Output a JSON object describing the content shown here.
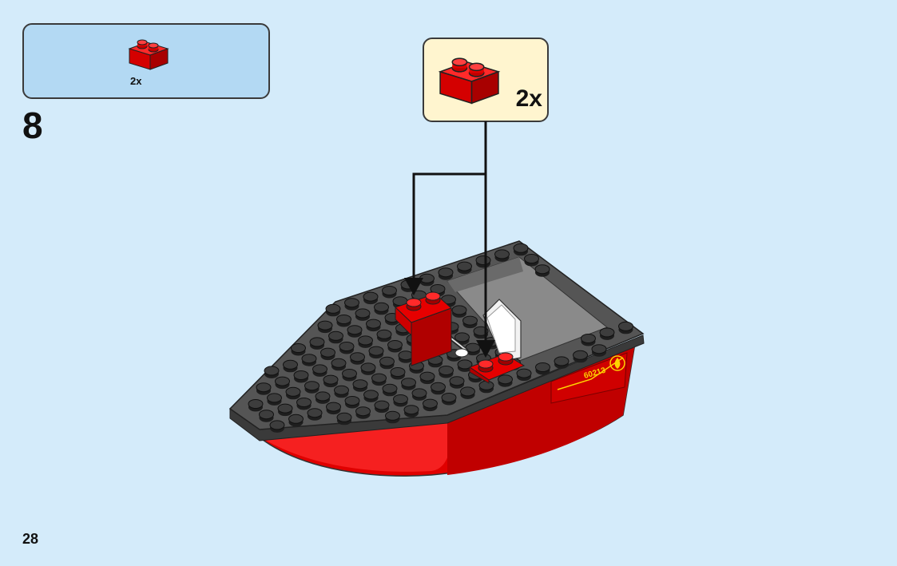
{
  "parts_list": {
    "quantity": "2x",
    "part_icon": "red-brick-1x2-icon"
  },
  "step": {
    "number": "8"
  },
  "callout": {
    "quantity": "2x",
    "part_icon": "red-brick-1x2-icon"
  },
  "page": {
    "number": "28"
  },
  "boat": {
    "decal_text": "60213",
    "decal_icon": "fire-icon"
  },
  "colors": {
    "background": "#d4ebfa",
    "parts_box": "#b3d9f3",
    "callout_box": "#fff5cf",
    "brick_red": "#e00000",
    "deck_gray": "#505050"
  }
}
